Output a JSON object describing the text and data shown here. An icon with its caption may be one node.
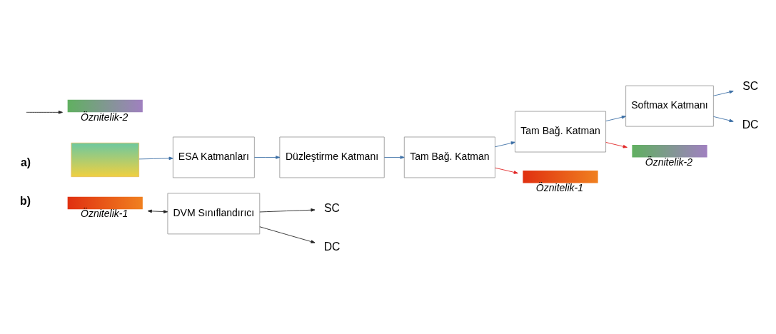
{
  "diagram": {
    "nodes": [
      {
        "text": [],
        "shape": "picture"
      },
      {
        "text": [
          "ESA Katmanları"
        ]
      },
      {
        "text": [
          "Düzleştirme Katmanı"
        ]
      },
      {
        "text": [
          "Tam Bağ. Katman"
        ]
      },
      {
        "text": [
          "Tam Bağ. Katman"
        ]
      },
      {
        "text": [
          "Softmax Katmanı"
        ]
      },
      {
        "text": [
          "SC"
        ]
      },
      {
        "text": [
          "DC"
        ]
      },
      {
        "text": [],
        "shape": "bar",
        "beside": [
          "Öznitelik-1"
        ]
      },
      {
        "text": [],
        "shape": "bar",
        "beside": [
          "Öznitelik-2"
        ]
      },
      {
        "text": [],
        "shape": "bar",
        "beside": [
          "Öznitelik-1"
        ]
      },
      {
        "text": [],
        "shape": "bar",
        "beside": [
          "Öznitelik-2"
        ]
      },
      {
        "text": [
          "DVM Sınıflandırıcı"
        ]
      },
      {
        "text": [
          "SC"
        ]
      },
      {
        "text": [
          "DC"
        ]
      }
    ],
    "edges": [
      {
        "from": 0,
        "to": 1,
        "arrow": "to"
      },
      {
        "from": 1,
        "to": 2,
        "arrow": "to"
      },
      {
        "from": 2,
        "to": 3,
        "arrow": "to"
      },
      {
        "from": 3,
        "to": 4,
        "arrow": "to"
      },
      {
        "from": 3,
        "to": 8,
        "arrow": "to",
        "color": "#e02020"
      },
      {
        "from": 4,
        "to": 5,
        "arrow": "to"
      },
      {
        "from": 4,
        "to": 9,
        "arrow": "to",
        "color": "#e02020"
      },
      {
        "from": 5,
        "to": 6,
        "arrow": "to"
      },
      {
        "from": 5,
        "to": 7,
        "arrow": "to"
      },
      {
        "from": 10,
        "to": 12,
        "arrow": "both",
        "color": "#222222"
      },
      {
        "from": null,
        "to": 11,
        "arrow": "to",
        "color": "#222222"
      },
      {
        "from": 12,
        "to": 13,
        "arrow": "to",
        "color": "#222222"
      },
      {
        "from": 12,
        "to": 14,
        "arrow": "to",
        "color": "#222222"
      }
    ],
    "labels": [
      "a)",
      "b)"
    ]
  }
}
